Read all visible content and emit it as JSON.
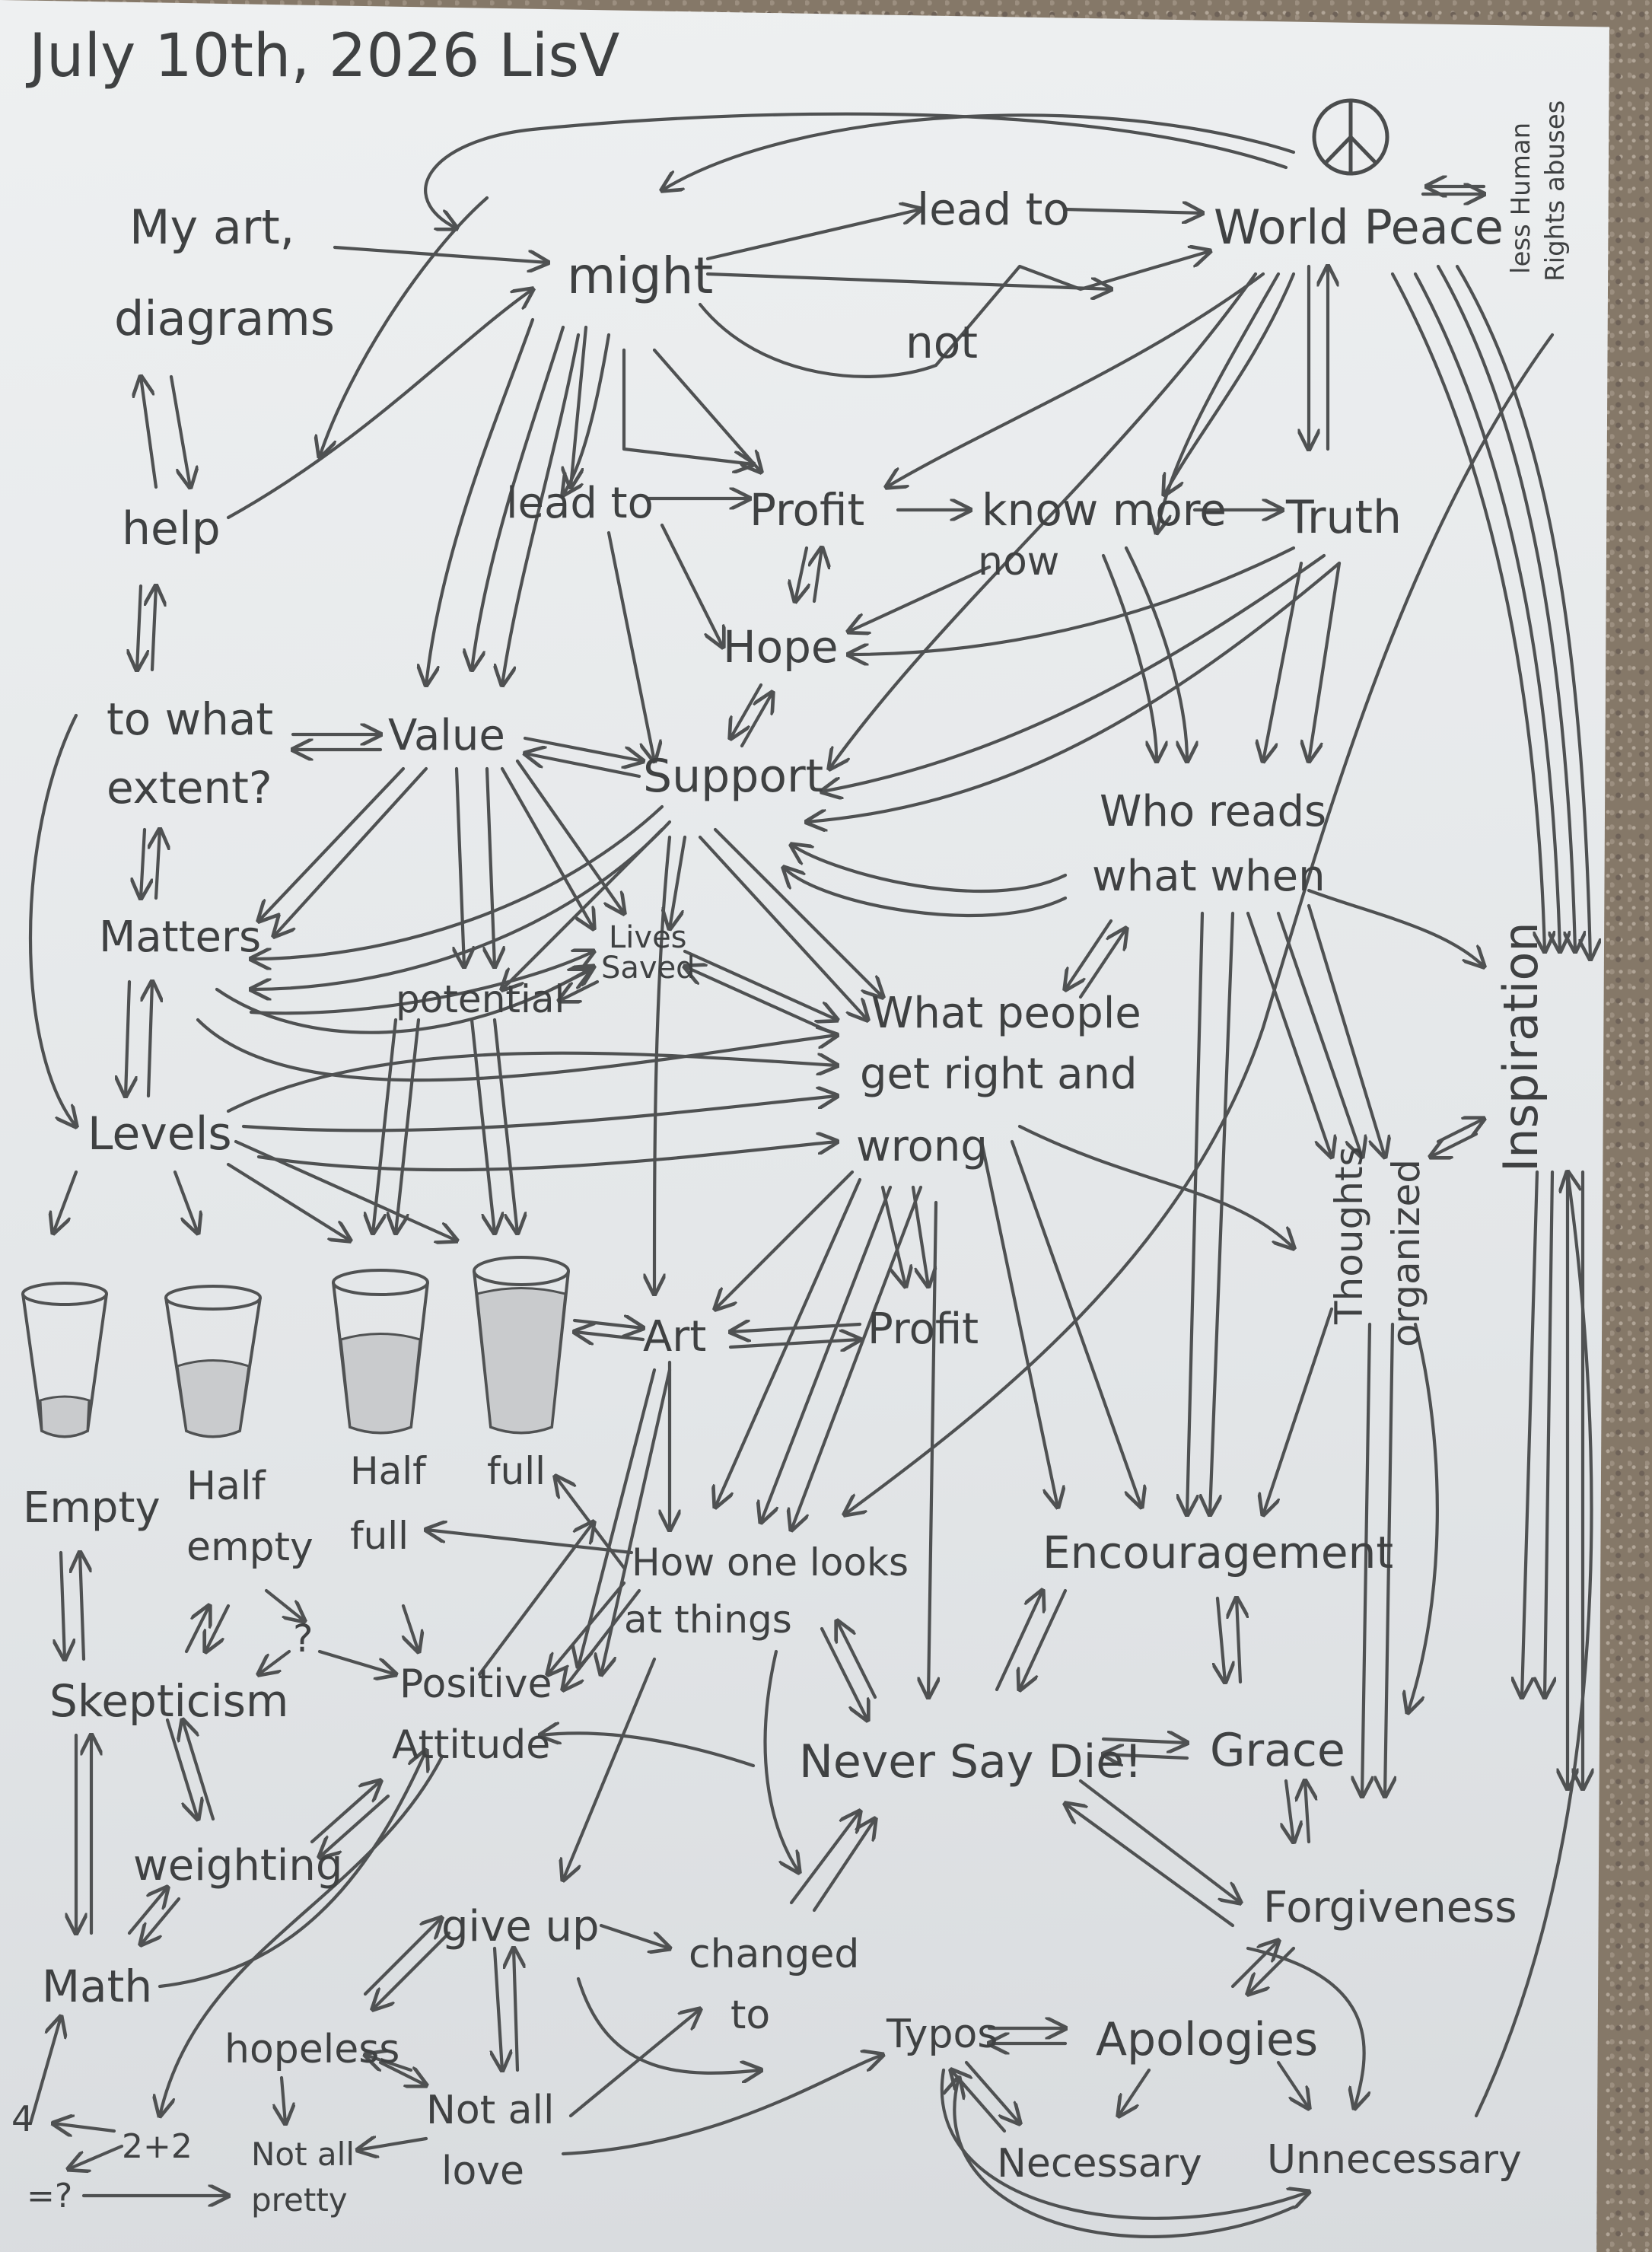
{
  "header": {
    "date": "July 10th, 2026 LisV"
  },
  "symbol": {
    "icon": "peace-sign-icon"
  },
  "side_notes": {
    "world_peace_note_1": "less Human",
    "world_peace_note_2": "Rights abuses"
  },
  "nodes": {
    "my_art_1": "My art,",
    "my_art_2": "diagrams",
    "might": "might",
    "lead_to_top": "lead to",
    "world_peace": "World Peace",
    "not": "not",
    "help": "help",
    "lead_to_mid": "lead to",
    "profit_top": "Profit",
    "know_more": "know more",
    "now": "now",
    "truth": "Truth",
    "hope": "Hope",
    "to_what_1": "to what",
    "to_what_2": "extent?",
    "value": "Value",
    "support": "Support",
    "who_reads_1": "Who reads",
    "who_reads_2": "what when",
    "matters": "Matters",
    "lives": "Lives",
    "saved": "Saved",
    "potential": "potential",
    "what_people_1": "What people",
    "what_people_2": "get right and",
    "what_people_3": "wrong",
    "levels": "Levels",
    "inspiration": "Inspiration",
    "thoughts_1": "Thoughts",
    "thoughts_2": "organized",
    "art": "Art",
    "profit_mid": "Profit",
    "empty": "Empty",
    "half_empty_1": "Half",
    "half_empty_2": "empty",
    "half_full_1": "Half",
    "half_full_2": "full",
    "full": "full",
    "how_one_1": "How one looks",
    "how_one_2": "at things",
    "encouragement": "Encouragement",
    "question": "?",
    "skepticism": "Skepticism",
    "positive_1": "Positive",
    "positive_2": "Attitude",
    "never_say_die": "Never Say Die!",
    "grace": "Grace",
    "weighting": "weighting",
    "give_up": "give up",
    "changed_1": "changed",
    "changed_2": "to",
    "forgiveness": "Forgiveness",
    "math": "Math",
    "hopeless": "hopeless",
    "not_all_love_1": "Not all",
    "not_all_love_2": "love",
    "typos": "Typos",
    "apologies": "Apologies",
    "four": "4",
    "two_plus_two": "2+2",
    "not_all_pretty_1": "Not all",
    "not_all_pretty_2": "pretty",
    "eq_question": "=?",
    "necessary": "Necessary",
    "unnecessary": "Unnecessary"
  }
}
